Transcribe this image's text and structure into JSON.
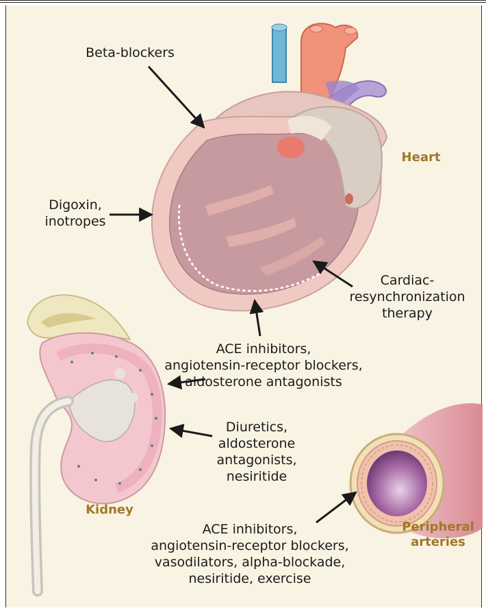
{
  "organs": {
    "heart": "Heart",
    "kidney": "Kidney",
    "arteries": "Peripheral\narteries"
  },
  "therapies": {
    "beta_blockers": "Beta-blockers",
    "digoxin": "Digoxin,\ninotropes",
    "crt": "Cardiac-\nresynchronization\ntherapy",
    "ace_heart": "ACE inhibitors,\nangiotensin-receptor blockers,\naldosterone antagonists",
    "diuretics": "Diuretics,\naldosterone\nantagonists,\nnesiritide",
    "ace_arteries": "ACE inhibitors,\nangiotensin-receptor blockers,\nvasodilators, alpha-blockade,\nnesiritide, exercise"
  },
  "colors": {
    "background": "#f8f3e3",
    "organ_label": "#a07828",
    "arrow": "#1a1a1a",
    "myocardium": "#f0c9c3",
    "chamber": "#c99aa0",
    "kidney_cortex": "#f4c7cf"
  }
}
